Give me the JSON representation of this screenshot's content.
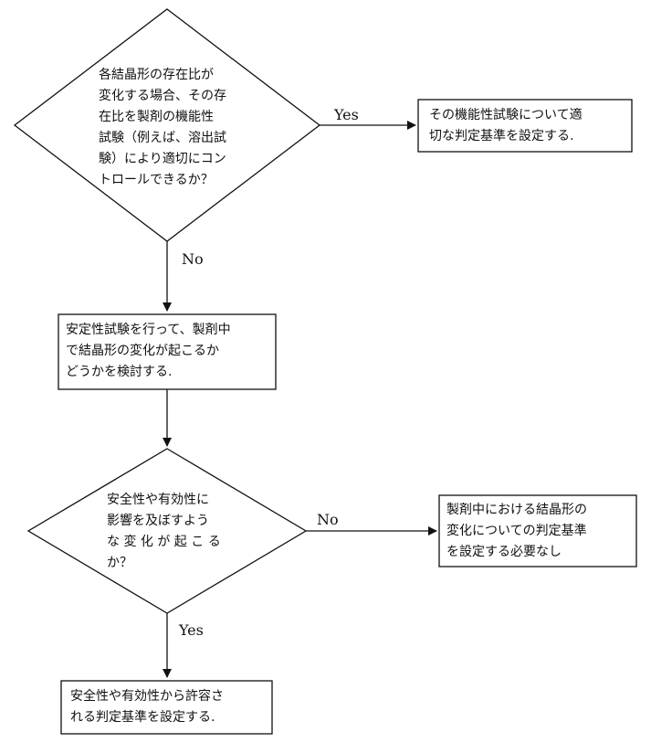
{
  "decision1": {
    "lines": [
      "各結晶形の存在比が",
      "変化する場合、その存",
      "在比を製剤の機能性",
      "試験（例えば、溶出試",
      "験）により適切にコン",
      "トロールできるか？"
    ],
    "yes_label": "Yes",
    "no_label": "No"
  },
  "box_yes1": {
    "lines": [
      "その機能性試験について適",
      "切な判定基準を設定する."
    ]
  },
  "box_stability": {
    "lines": [
      "安定性試験を行って、製剤中",
      "で結晶形の変化が起こるか",
      "どうかを検討する."
    ]
  },
  "decision2": {
    "lines": [
      "安全性や有効性に",
      "影響を及ぼすよう",
      "な 変 化 が 起 こ る",
      "か？"
    ],
    "no_label": "No",
    "yes_label": "Yes"
  },
  "box_no2": {
    "lines": [
      "製剤中における結晶形の",
      "変化についての判定基準",
      "を設定する必要なし"
    ]
  },
  "box_final": {
    "lines": [
      "安全性や有効性から許容さ",
      "れる判定基準を設定する."
    ]
  }
}
